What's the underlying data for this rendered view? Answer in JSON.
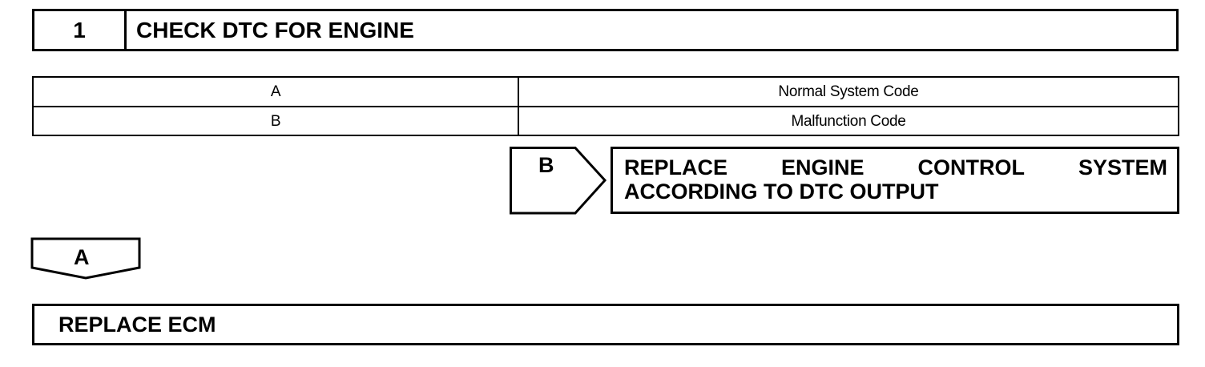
{
  "step": {
    "number": "1",
    "title": "CHECK DTC FOR ENGINE"
  },
  "results": [
    {
      "key": "A",
      "value": "Normal System Code"
    },
    {
      "key": "B",
      "value": "Malfunction Code"
    }
  ],
  "branch_b": {
    "label": "B",
    "action_words": [
      "REPLACE",
      "ENGINE",
      "CONTROL",
      "SYSTEM"
    ],
    "action_line2": "ACCORDING TO DTC OUTPUT"
  },
  "branch_a": {
    "label": "A",
    "action": "REPLACE ECM"
  }
}
